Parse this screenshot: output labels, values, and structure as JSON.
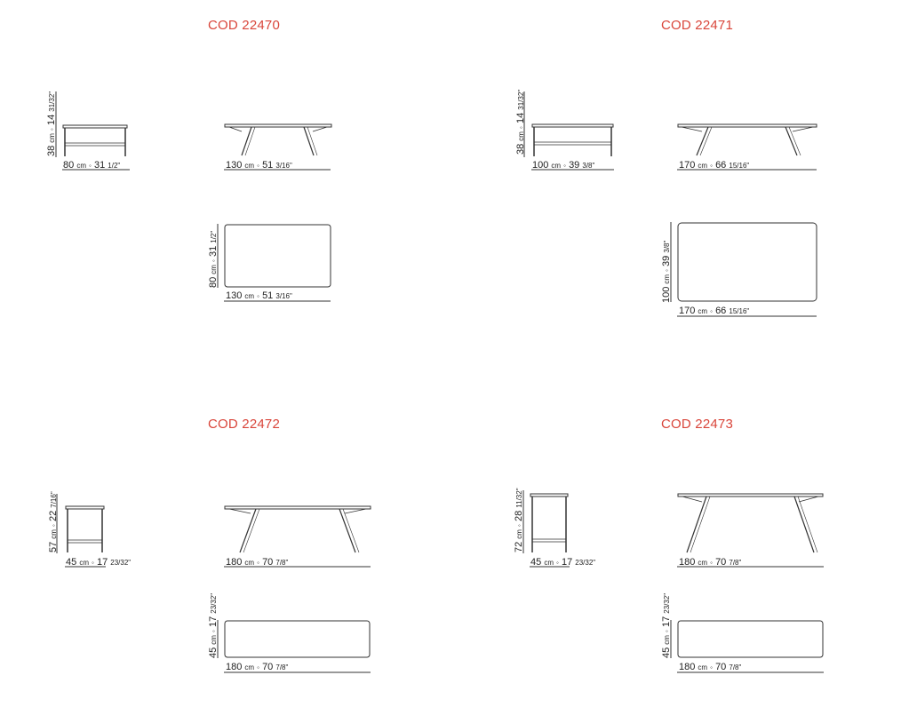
{
  "products": [
    {
      "code": "COD 22470",
      "side": {
        "h": "38",
        "h_in": "14",
        "h_frac": "31/32\"",
        "w": "80",
        "w_in": "31",
        "w_frac": "1/2\""
      },
      "front": {
        "w": "130",
        "w_in": "51",
        "w_frac": "3/16\""
      },
      "top": {
        "h": "80",
        "h_in": "31",
        "h_frac": "1/2\"",
        "w": "130",
        "w_in": "51",
        "w_frac": "3/16\""
      }
    },
    {
      "code": "COD 22471",
      "side": {
        "h": "38",
        "h_in": "14",
        "h_frac": "31/32\"",
        "w": "100",
        "w_in": "39",
        "w_frac": "3/8\""
      },
      "front": {
        "w": "170",
        "w_in": "66",
        "w_frac": "15/16\""
      },
      "top": {
        "h": "100",
        "h_in": "39",
        "h_frac": "3/8\"",
        "w": "170",
        "w_in": "66",
        "w_frac": "15/16\""
      }
    },
    {
      "code": "COD 22472",
      "side": {
        "h": "57",
        "h_in": "22",
        "h_frac": "7/16\"",
        "w": "45",
        "w_in": "17",
        "w_frac": "23/32\""
      },
      "front": {
        "w": "180",
        "w_in": "70",
        "w_frac": "7/8\""
      },
      "top": {
        "h": "45",
        "h_in": "17",
        "h_frac": "23/32\"",
        "w": "180",
        "w_in": "70",
        "w_frac": "7/8\""
      }
    },
    {
      "code": "COD 22473",
      "side": {
        "h": "72",
        "h_in": "28",
        "h_frac": "11/32\"",
        "w": "45",
        "w_in": "17",
        "w_frac": "23/32\""
      },
      "front": {
        "w": "180",
        "w_in": "70",
        "w_frac": "7/8\""
      },
      "top": {
        "h": "45",
        "h_in": "17",
        "h_frac": "23/32\"",
        "w": "180",
        "w_in": "70",
        "w_frac": "7/8\""
      }
    }
  ],
  "labels": {
    "unit": "cm",
    "sep": "◦"
  },
  "colors": {
    "code": "#d9453a",
    "line": "#333333"
  }
}
